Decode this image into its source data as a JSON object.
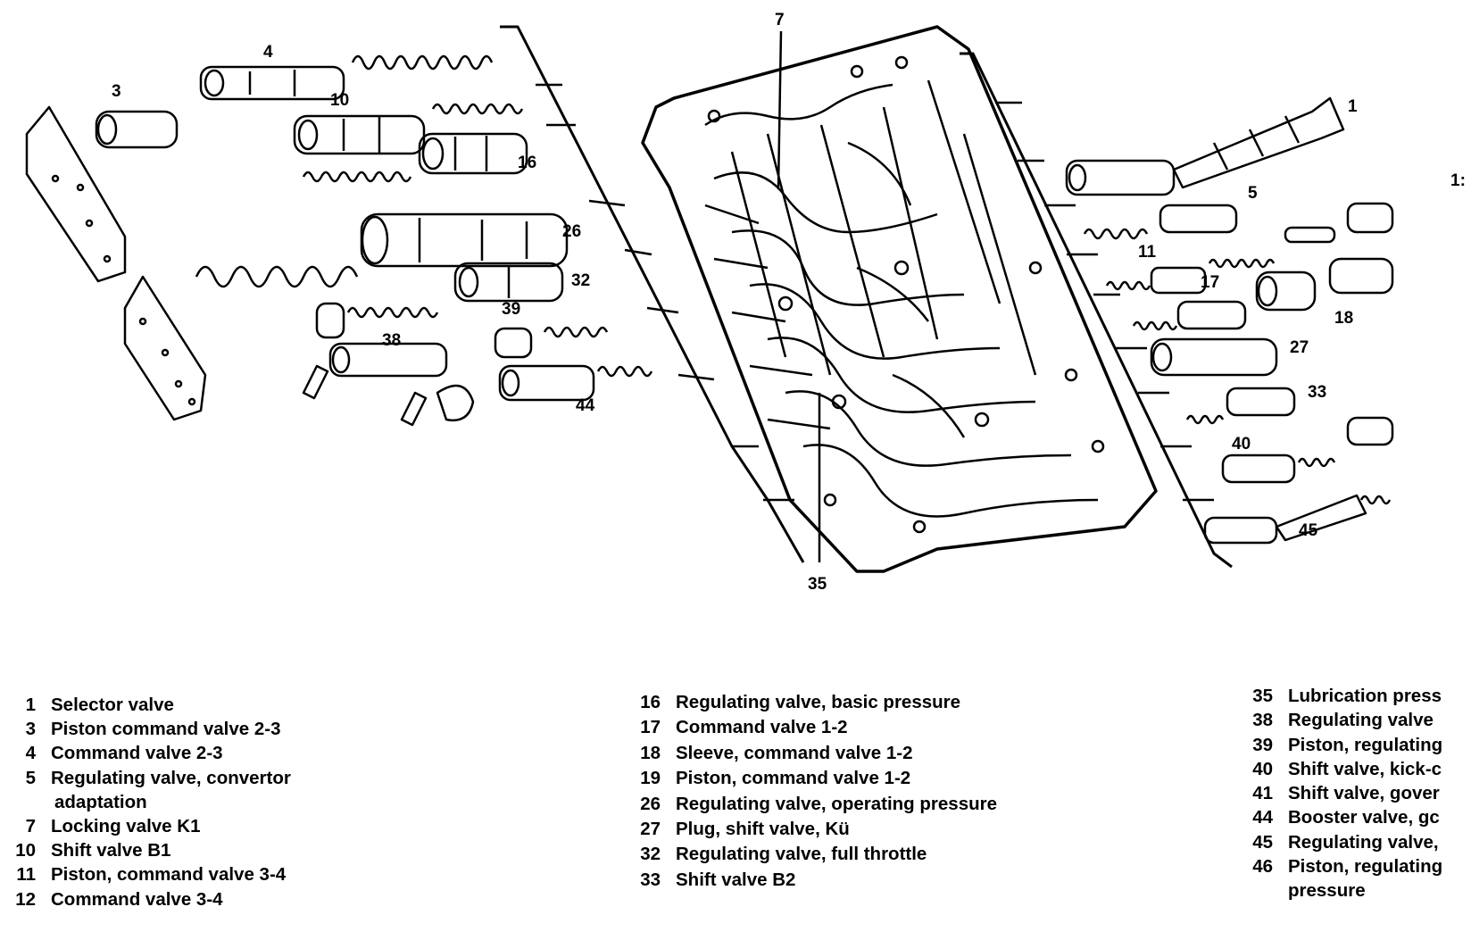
{
  "callouts": [
    "7",
    "4",
    "3",
    "10",
    "16",
    "26",
    "32",
    "39",
    "38",
    "44",
    "35",
    "1",
    "5",
    "11",
    "17",
    "18",
    "27",
    "33",
    "40",
    "45",
    "1:"
  ],
  "legend": {
    "col1": [
      {
        "num": "1",
        "text": "Selector valve"
      },
      {
        "num": "3",
        "text": "Piston command valve 2-3"
      },
      {
        "num": "4",
        "text": "Command valve 2-3"
      },
      {
        "num": "5",
        "text": "Regulating valve, convertor",
        "cont": "adaptation"
      },
      {
        "num": "7",
        "text": "Locking valve K1"
      },
      {
        "num": "10",
        "text": "Shift valve B1"
      },
      {
        "num": "11",
        "text": "Piston, command valve 3-4"
      },
      {
        "num": "12",
        "text": "Command valve 3-4"
      }
    ],
    "col2": [
      {
        "num": "16",
        "text": "Regulating valve, basic pressure"
      },
      {
        "num": "17",
        "text": "Command valve 1-2"
      },
      {
        "num": "18",
        "text": "Sleeve, command valve 1-2"
      },
      {
        "num": "19",
        "text": "Piston, command valve 1-2"
      },
      {
        "num": "26",
        "text": "Regulating valve, operating pressure"
      },
      {
        "num": "27",
        "text": "Plug, shift valve, Kü"
      },
      {
        "num": "32",
        "text": "Regulating valve, full throttle"
      },
      {
        "num": "33",
        "text": "Shift valve B2"
      }
    ],
    "col3": [
      {
        "num": "35",
        "text": "Lubrication press"
      },
      {
        "num": "38",
        "text": "Regulating valve"
      },
      {
        "num": "39",
        "text": "Piston, regulating"
      },
      {
        "num": "40",
        "text": "Shift valve, kick-c"
      },
      {
        "num": "41",
        "text": "Shift valve, gover"
      },
      {
        "num": "44",
        "text": "Booster valve, gc"
      },
      {
        "num": "45",
        "text": "Regulating valve,"
      },
      {
        "num": "46",
        "text": "Piston, regulating",
        "cont": "pressure"
      }
    ]
  }
}
